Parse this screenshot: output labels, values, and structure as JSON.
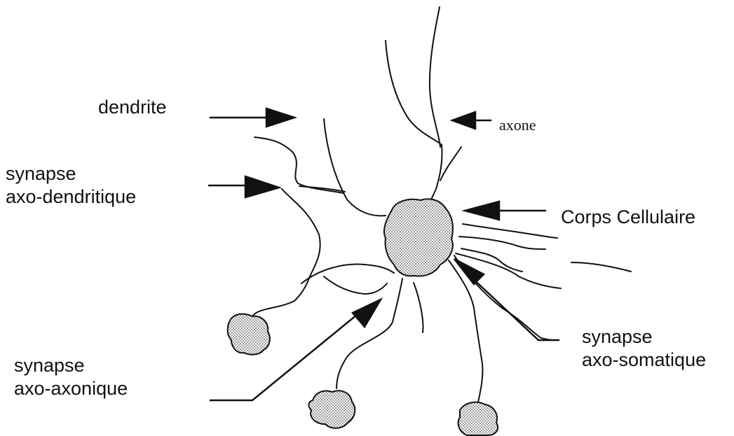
{
  "labels": {
    "dendrite": "dendrite",
    "axone": "axone",
    "synapse_axo_dendritique": [
      "synapse",
      "axo-dendritique"
    ],
    "corps_cellulaire": "Corps Cellulaire",
    "synapse_axo_somatique": [
      "synapse",
      "axo-somatique"
    ],
    "synapse_axo_axonique": [
      "synapse",
      "axo-axonique"
    ]
  },
  "colors": {
    "ink": "#111111",
    "stipple": "#555555",
    "background": "#ffffff"
  }
}
